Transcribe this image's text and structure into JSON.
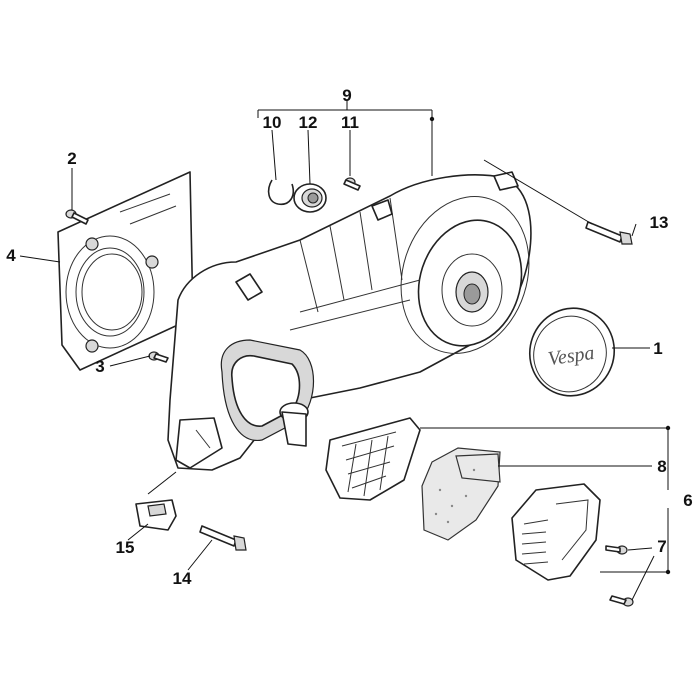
{
  "callouts": {
    "c1": "1",
    "c2": "2",
    "c3": "3",
    "c4": "4",
    "c6": "6",
    "c7": "7",
    "c8": "8",
    "c9": "9",
    "c10": "10",
    "c11": "11",
    "c12": "12",
    "c13": "13",
    "c14": "14",
    "c15": "15"
  },
  "logo_text": "Vespa"
}
